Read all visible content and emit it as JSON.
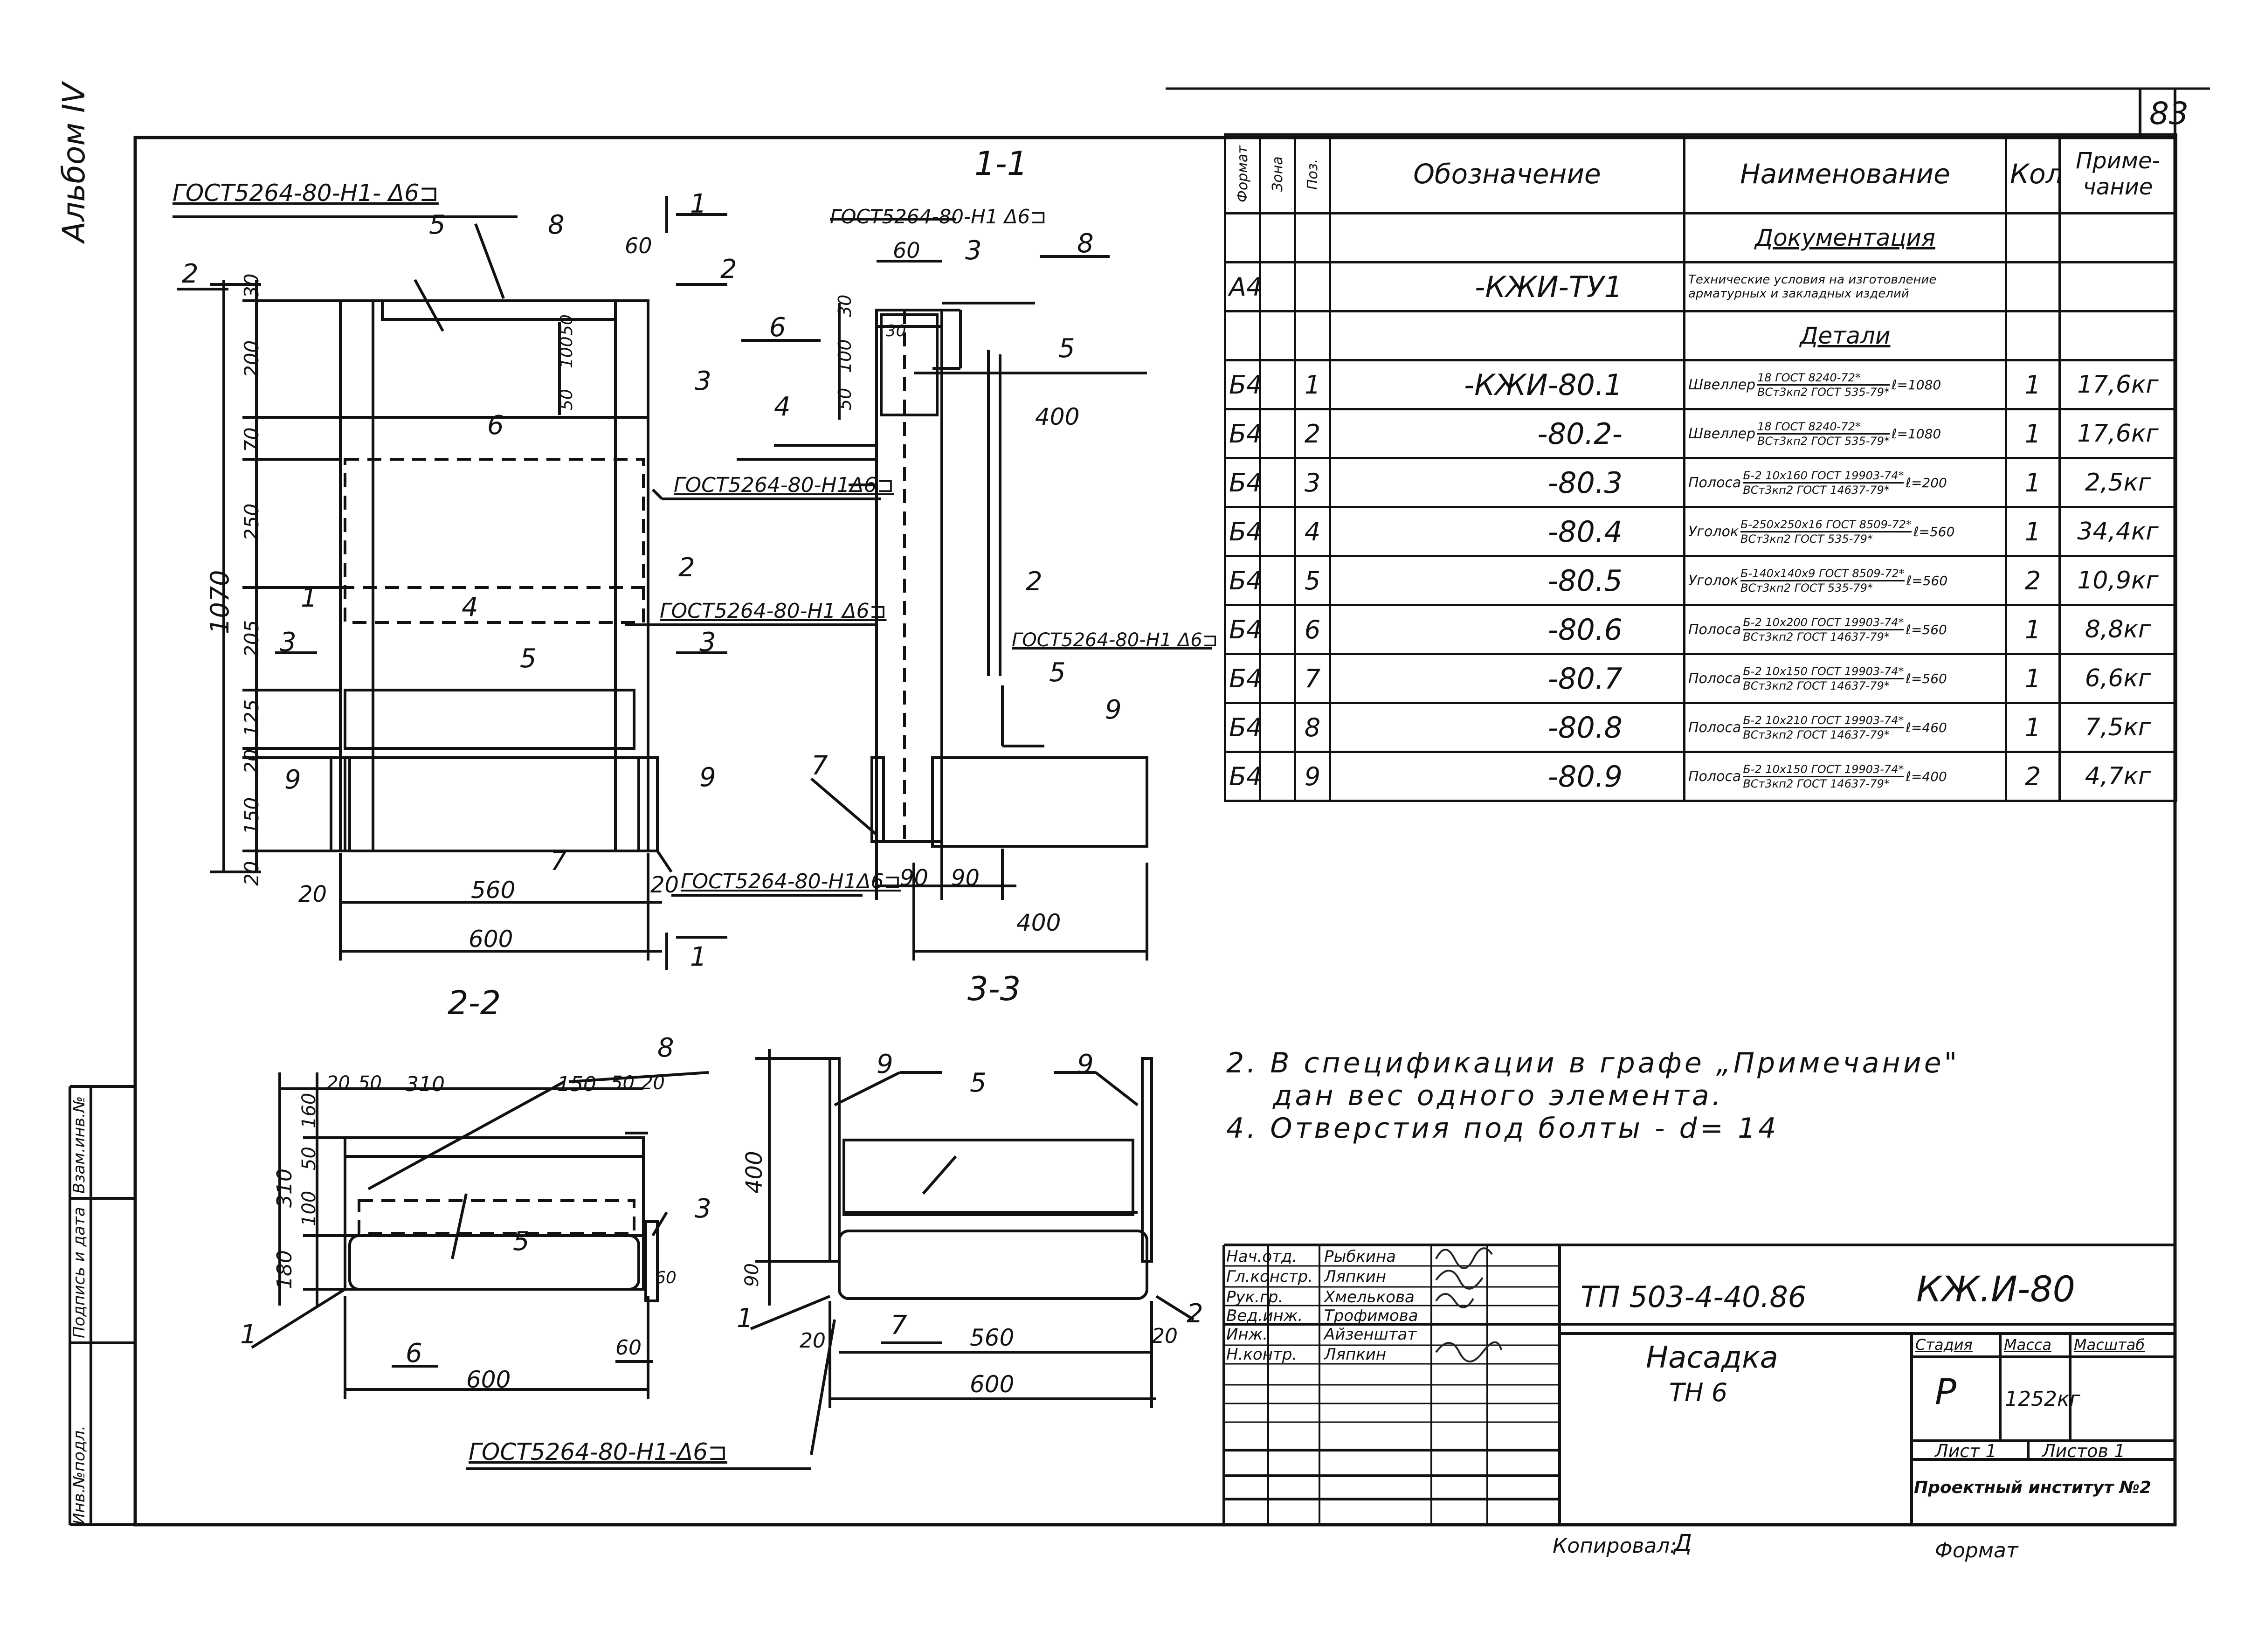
{
  "page_number": "83",
  "album_label": "Альбом IV",
  "side_stamp": {
    "inv_podl": "Инв.№подл.",
    "podpis_data": "Подпись и дата",
    "vzam_inv": "Взам.инв.№"
  },
  "views": {
    "main": {
      "weld_top": "ГОСТ5264-80-Н1- Δ6⊐",
      "weld_mid1": "ГОСТ5264-80-Н1Δ6⊐",
      "weld_mid2": "ГОСТ5264-80-Н1 Δ6⊐",
      "weld_bottom": "ГОСТ5264-80-Н1Δ6⊐",
      "section_marks": {
        "s1": "1",
        "s2": "2",
        "s3": "3"
      },
      "dims_vertical": [
        "30",
        "200",
        "70",
        "250",
        "205",
        "125",
        "20",
        "150",
        "20"
      ],
      "dim_total_height": "1070",
      "dims_hole": [
        "100",
        "50",
        "50"
      ],
      "dim_60": "60",
      "dims_bottom": {
        "left": "20",
        "mid": "560",
        "right": "20",
        "total": "600"
      },
      "positions": [
        "1",
        "2",
        "3",
        "4",
        "5",
        "5",
        "6",
        "7",
        "8",
        "9",
        "9"
      ]
    },
    "section_1_1": {
      "title": "1-1",
      "weld_top": "ГОСТ5264-80-Н1 Δ6⊐",
      "weld_mid": "ГОСТ5264-80-Н1 Δ6⊐",
      "dims": {
        "d60": "60",
        "d30a": "30",
        "d30b": "30",
        "d100": "100",
        "d50": "50",
        "d400a": "400",
        "d90a": "90",
        "d90b": "90",
        "d400b": "400"
      },
      "positions": [
        "2",
        "3",
        "4",
        "5",
        "5",
        "6",
        "7",
        "8",
        "9"
      ]
    },
    "section_2_2": {
      "title": "2-2",
      "dims_top": [
        "20",
        "50",
        "310",
        "150",
        "50",
        "20"
      ],
      "dims_left": [
        "160",
        "50",
        "100",
        "310",
        "180"
      ],
      "dim_60a": "60",
      "dim_60b": "60",
      "dim_total": "600",
      "weld": "ГОСТ5264-80-Н1-Δ6⊐",
      "positions": [
        "1",
        "3",
        "5",
        "6",
        "8"
      ]
    },
    "section_3_3": {
      "title": "3-3",
      "dims": {
        "d400": "400",
        "d90": "90",
        "d20a": "20",
        "d560": "560",
        "d20b": "20",
        "d600": "600"
      },
      "positions": [
        "1",
        "2",
        "5",
        "7",
        "9",
        "9"
      ]
    }
  },
  "spec_table": {
    "headers": {
      "format": "Формат",
      "zone": "Зона",
      "pos": "Поз.",
      "designation": "Обозначение",
      "name": "Наименование",
      "qty": "Кол.",
      "note": "Приме- чание"
    },
    "section_docs": "Документация",
    "doc_row": {
      "format": "А4",
      "designation": "-КЖИ-ТУ1",
      "name": "Технические условия на изготовление арматурных и закладных изделий"
    },
    "section_parts": "Детали",
    "rows": [
      {
        "format": "Б4",
        "pos": "1",
        "designation": "-КЖИ-80.1",
        "word": "Швеллер",
        "num": "18 ГОСТ 8240-72*",
        "den": "ВСт3кп2 ГОСТ 535-79*",
        "len": "ℓ=1080",
        "qty": "1",
        "note": "17,6кг"
      },
      {
        "format": "Б4",
        "pos": "2",
        "designation": "-80.2-",
        "word": "Швеллер",
        "num": "18 ГОСТ 8240-72*",
        "den": "ВСт3кп2 ГОСТ 535-79*",
        "len": "ℓ=1080",
        "qty": "1",
        "note": "17,6кг"
      },
      {
        "format": "Б4",
        "pos": "3",
        "designation": "-80.3",
        "word": "Полоса",
        "num": "Б-2 10х160 ГОСТ 19903-74*",
        "den": "ВСт3кп2 ГОСТ 14637-79*",
        "len": "ℓ=200",
        "qty": "1",
        "note": "2,5кг"
      },
      {
        "format": "Б4",
        "pos": "4",
        "designation": "-80.4",
        "word": "Уголок",
        "num": "Б-250х250х16 ГОСТ 8509-72*",
        "den": "ВСт3кп2 ГОСТ 535-79*",
        "len": "ℓ=560",
        "qty": "1",
        "note": "34,4кг"
      },
      {
        "format": "Б4",
        "pos": "5",
        "designation": "-80.5",
        "word": "Уголок",
        "num": "Б-140х140х9 ГОСТ 8509-72*",
        "den": "ВСт3кп2 ГОСТ 535-79*",
        "len": "ℓ=560",
        "qty": "2",
        "note": "10,9кг"
      },
      {
        "format": "Б4",
        "pos": "6",
        "designation": "-80.6",
        "word": "Полоса",
        "num": "Б-2 10х200 ГОСТ 19903-74*",
        "den": "ВСт3кп2 ГОСТ 14637-79*",
        "len": "ℓ=560",
        "qty": "1",
        "note": "8,8кг"
      },
      {
        "format": "Б4",
        "pos": "7",
        "designation": "-80.7",
        "word": "Полоса",
        "num": "Б-2 10х150 ГОСТ 19903-74*",
        "den": "ВСт3кп2 ГОСТ 14637-79*",
        "len": "ℓ=560",
        "qty": "1",
        "note": "6,6кг"
      },
      {
        "format": "Б4",
        "pos": "8",
        "designation": "-80.8",
        "word": "Полоса",
        "num": "Б-2 10х210 ГОСТ 19903-74*",
        "den": "ВСт3кп2 ГОСТ 14637-79*",
        "len": "ℓ=460",
        "qty": "1",
        "note": "7,5кг"
      },
      {
        "format": "Б4",
        "pos": "9",
        "designation": "-80.9",
        "word": "Полоса",
        "num": "Б-2 10х150 ГОСТ 19903-74*",
        "den": "ВСт3кп2 ГОСТ 14637-79*",
        "len": "ℓ=400",
        "qty": "2",
        "note": "4,7кг"
      }
    ]
  },
  "notes": [
    "2. В спецификации в графе „Примечание\"",
    "дан вес одного элемента.",
    "4. Отверстия под болты - d= 14"
  ],
  "title_block": {
    "signatures": [
      {
        "role": "Нач.отд.",
        "name": "Рыбкина"
      },
      {
        "role": "Гл.констр.",
        "name": "Ляпкин"
      },
      {
        "role": "Рук.гр.",
        "name": "Хмелькова"
      },
      {
        "role": "Вед.инж.",
        "name": "Трофимова"
      },
      {
        "role": "Инж.",
        "name": "Айзенштат"
      },
      {
        "role": "Н.контр.",
        "name": "Ляпкин"
      }
    ],
    "project": "ТП 503-4-40.86",
    "code": "КЖ.И-80",
    "item_name": "Насадка",
    "item_sub": "ТН 6",
    "stage_label": "Стадия",
    "mass_label": "Масса",
    "scale_label": "Масштаб",
    "stage_value": "Р",
    "mass_value": "1252кг",
    "sheet_label": "Лист 1",
    "sheets_label": "Листов 1",
    "org": "Проектный институт №2",
    "copied": "Копировал:",
    "copied_sign": "Д",
    "format": "Формат"
  }
}
